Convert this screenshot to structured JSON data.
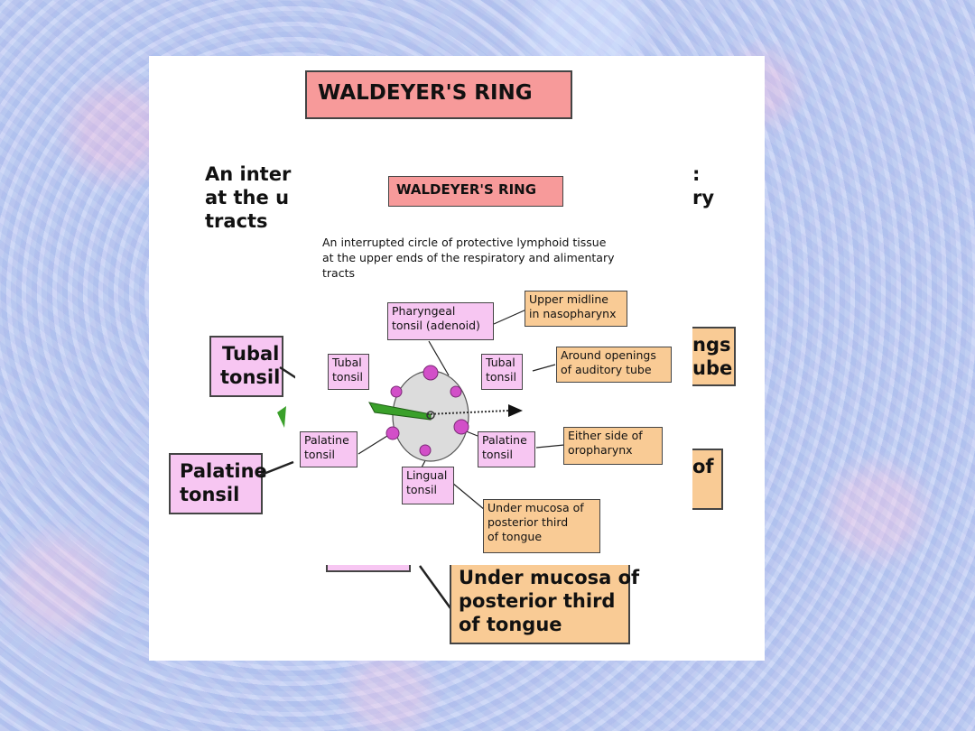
{
  "big_slide": {
    "title": "WALDEYER'S RING",
    "desc_line1": "An inter",
    "desc_line2": "at the u",
    "desc_line3": "tracts",
    "desc_right": "ry",
    "colon": ":",
    "tubal_line1": "Tubal",
    "tubal_line2": "tonsil",
    "palatine_line1": "Palatine",
    "palatine_line2": "tonsil",
    "around_line1": "ngs",
    "around_line2": "ube",
    "either_frag": "of",
    "under_line1": "Under mucosa of",
    "under_line2": "posterior third",
    "under_line3": "of tongue"
  },
  "diagram": {
    "title": "WALDEYER'S RING",
    "description": [
      "An interrupted circle of protective lymphoid tissue",
      "at the upper ends of the respiratory and alimentary",
      "tracts"
    ],
    "labels": {
      "pharyngeal": [
        "Pharyngeal",
        "tonsil (adenoid)"
      ],
      "upper_midline": [
        "Upper midline",
        "in nasopharynx"
      ],
      "tubal_left": [
        "Tubal",
        "tonsil"
      ],
      "tubal_right": [
        "Tubal",
        "tonsil"
      ],
      "around_openings": [
        "Around openings",
        "of auditory tube"
      ],
      "palatine_left": [
        "Palatine",
        "tonsil"
      ],
      "palatine_right": [
        "Palatine",
        "tonsil"
      ],
      "either_side": [
        "Either side of",
        "oropharynx"
      ],
      "lingual": [
        "Lingual",
        "tonsil"
      ],
      "under_mucosa": [
        "Under mucosa of",
        "posterior third",
        "of tongue"
      ]
    },
    "colors": {
      "tonsil_box": "#f7c6f2",
      "location_box": "#f9cb95",
      "title_box": "#f79a9a",
      "tonsil_blob": "#d24fc8",
      "ring_fill": "#dcdcdc",
      "green_arrow": "#3aa02a"
    }
  }
}
